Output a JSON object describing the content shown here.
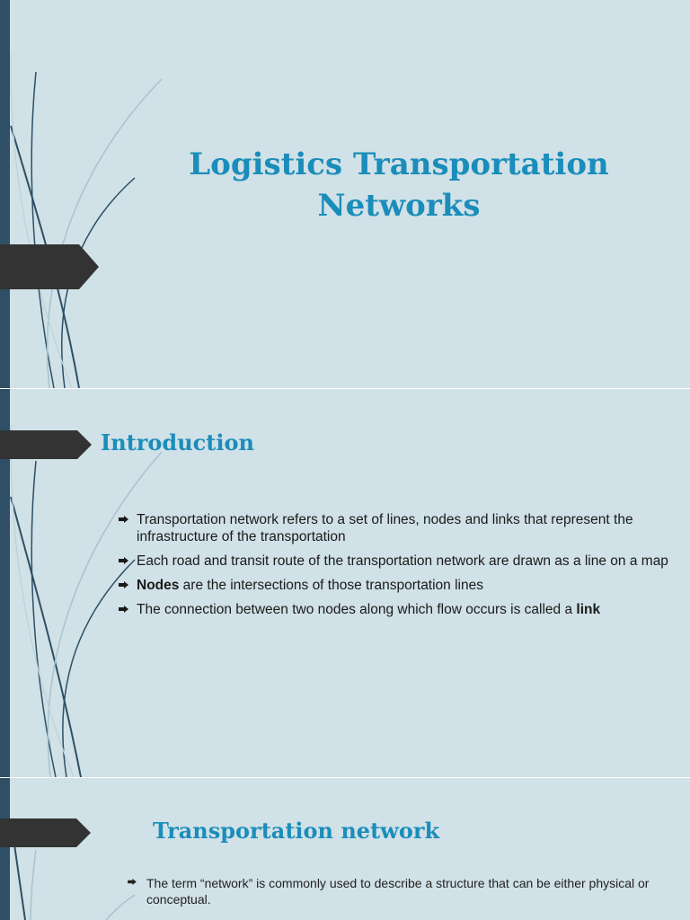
{
  "slide1": {
    "title_line1": "Logistics Transportation",
    "title_line2": "Networks"
  },
  "slide2": {
    "heading": "Introduction",
    "bullets": [
      {
        "text": "Transportation network refers to a set of lines, nodes and links that represent the infrastructure of the transportation"
      },
      {
        "text": "Each road and transit route of the transportation network are drawn as a line on a map"
      },
      {
        "bold": "Nodes",
        "text": " are the intersections of those transportation lines"
      },
      {
        "text": "The connection between two nodes along which flow occurs is called a ",
        "bold_end": "link"
      }
    ]
  },
  "slide3": {
    "heading": "Transportation network",
    "bullets": [
      {
        "text": "The term “network” is commonly used to describe a structure that can be either physical or conceptual."
      }
    ]
  },
  "colors": {
    "slide_background": "#d0e1e7",
    "accent": "#1b8dba",
    "edge_bar": "#2e4f65",
    "tab": "#333333"
  },
  "icons": [
    "arrow-bullet-icon"
  ]
}
